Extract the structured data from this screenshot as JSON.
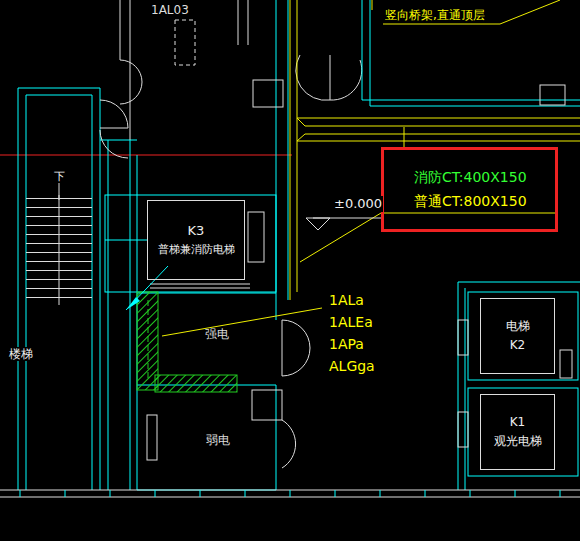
{
  "diagram": {
    "nodes": [
      {
        "text": [
          "消防CT:400X150",
          "普通CT:800X150"
        ]
      },
      {
        "text": [
          "K3",
          "普梯兼消防电梯"
        ]
      },
      {
        "text": [
          "强电"
        ]
      },
      {
        "text": [
          "弱电"
        ]
      },
      {
        "text": [
          "电梯",
          "K2"
        ]
      },
      {
        "text": [
          "K1",
          "观光电梯"
        ]
      }
    ],
    "labels": [
      "1AL03",
      "竖向桥架,直通顶层",
      "±0.000",
      "下",
      "楼梯",
      "1ALa",
      "1ALEa",
      "1APa",
      "ALGga"
    ]
  }
}
